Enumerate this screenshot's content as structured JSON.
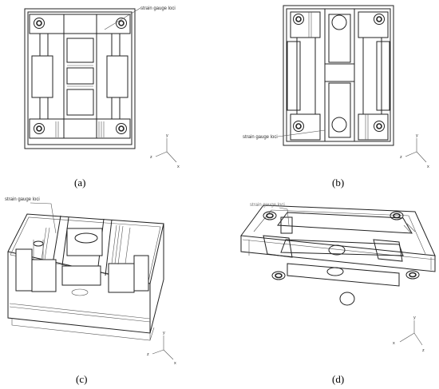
{
  "panels": [
    {
      "caption": "(a)",
      "annotation": "strain gauge loci"
    },
    {
      "caption": "(b)",
      "annotation": "strain gauge loci"
    },
    {
      "caption": "(c)",
      "annotation": "strain gauge loci"
    },
    {
      "caption": "(d)",
      "annotation": "strain gauge loci"
    }
  ],
  "axes": {
    "x": "x",
    "y": "y",
    "z": "z"
  }
}
